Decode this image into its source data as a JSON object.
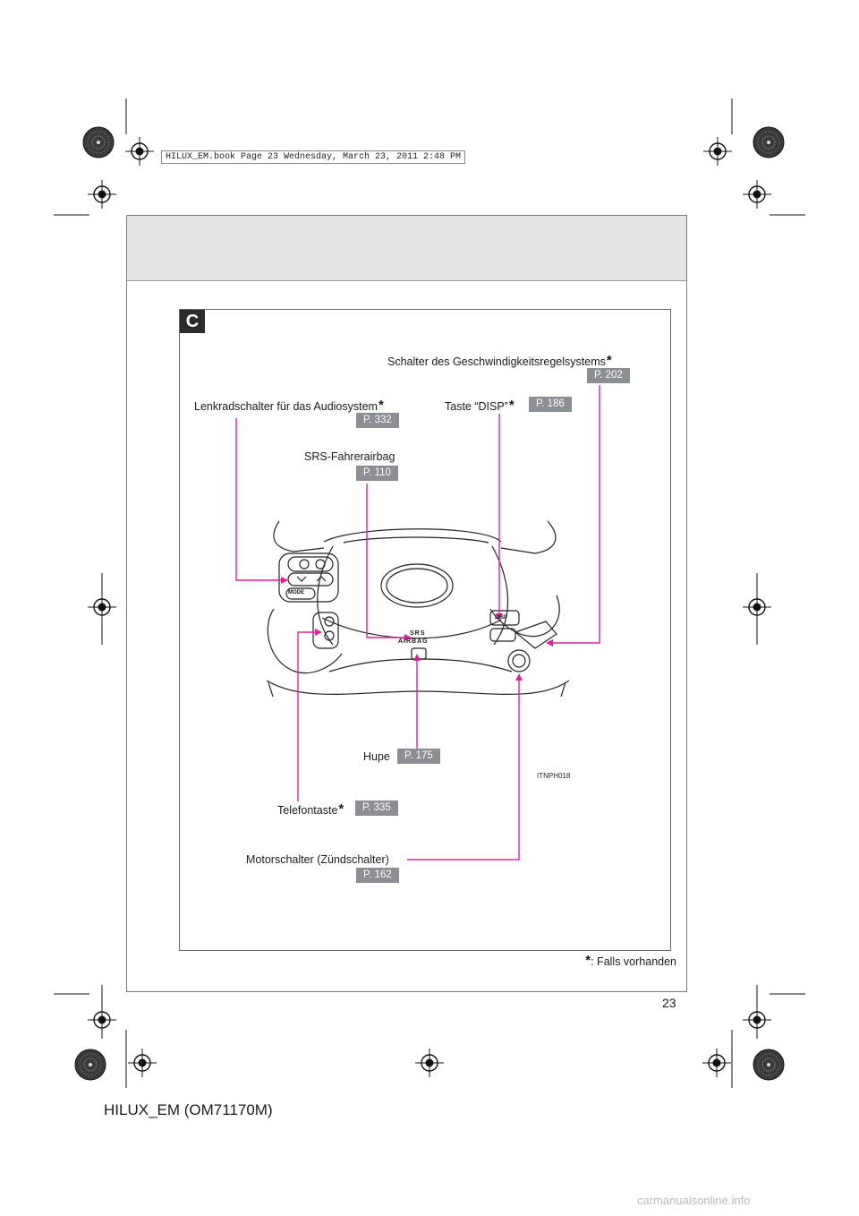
{
  "print_header": "HILUX_EM.book  Page 23  Wednesday, March 23, 2011  2:48 PM",
  "section_badge": "C",
  "callouts": {
    "cruise": {
      "label": "Schalter des Geschwindigkeitsregelsystems",
      "asterisk": "*",
      "ref": "P. 202"
    },
    "audio": {
      "label": "Lenkradschalter für das Audiosystem",
      "asterisk": "*",
      "ref": "P. 332"
    },
    "disp": {
      "label": "Taste “DISP”",
      "asterisk": "*",
      "ref": "P. 186"
    },
    "airbag": {
      "label": "SRS-Fahrerairbag",
      "ref": "P. 110"
    },
    "horn": {
      "label": "Hupe",
      "ref": "P. 175"
    },
    "phone": {
      "label": "Telefontaste",
      "asterisk": "*",
      "ref": "P. 335"
    },
    "engine": {
      "label": "Motorschalter (Zündschalter)",
      "ref": "P. 162"
    }
  },
  "wheel_text": {
    "mode": "MODE",
    "disp": "DISP",
    "srs": "SRS",
    "airbag": "AIRBAG"
  },
  "figure_id": "ITNPH018",
  "footnote": {
    "asterisk": "*",
    "text": ": Falls vorhanden"
  },
  "page_number": "23",
  "model": "HILUX_EM (OM71170M)",
  "watermark": "carmanualsonline.info",
  "colors": {
    "leader": "#e0209b",
    "ref_badge": "#8b8e93",
    "header_band": "#e3e4e6"
  }
}
